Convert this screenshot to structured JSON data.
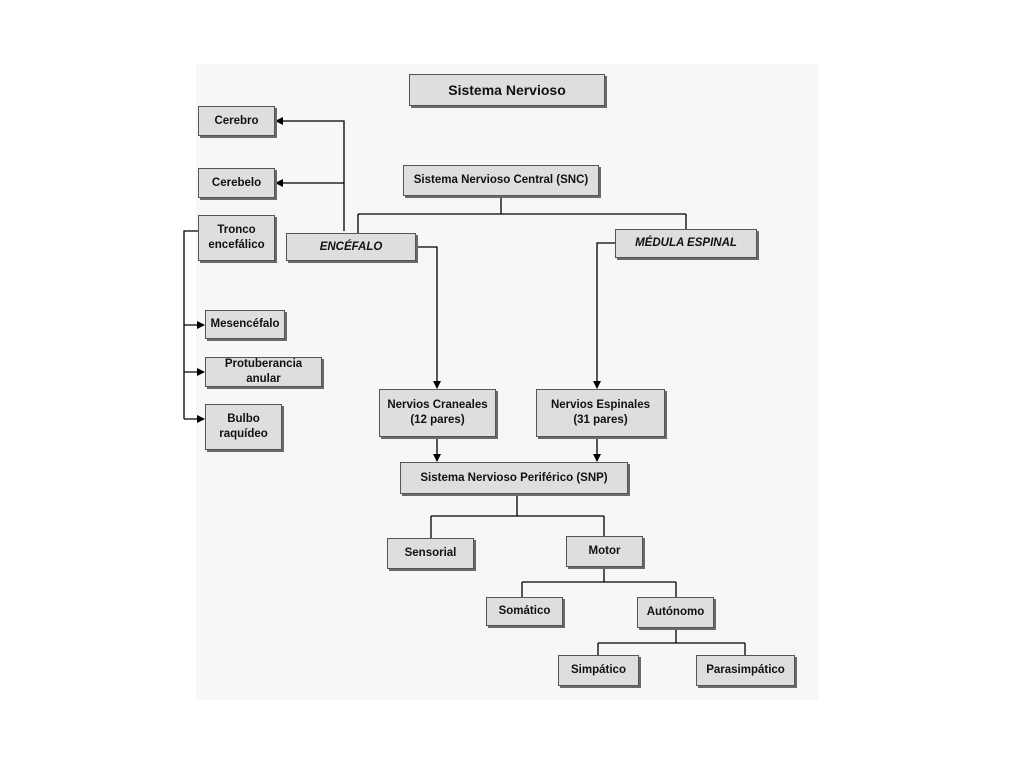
{
  "diagram": {
    "nodes": [
      {
        "id": "sistema-nervioso",
        "label": "Sistema Nervioso"
      },
      {
        "id": "snc",
        "label": "Sistema Nervioso Central (SNC)"
      },
      {
        "id": "encefalo",
        "label": "ENCÉFALO"
      },
      {
        "id": "medula-espinal",
        "label": "MÉDULA ESPINAL"
      },
      {
        "id": "cerebro",
        "label": "Cerebro"
      },
      {
        "id": "cerebelo",
        "label": "Cerebelo"
      },
      {
        "id": "tronco-encefalico",
        "label": "Tronco\nencefálico"
      },
      {
        "id": "mesencefalo",
        "label": "Mesencéfalo"
      },
      {
        "id": "protuberancia-anular",
        "label": "Protuberancia anular"
      },
      {
        "id": "bulbo-raquideo",
        "label": "Bulbo\nraquídeo"
      },
      {
        "id": "nervios-craneales",
        "label": "Nervios Craneales\n(12 pares)"
      },
      {
        "id": "nervios-espinales",
        "label": "Nervios Espinales\n(31 pares)"
      },
      {
        "id": "snp",
        "label": "Sistema Nervioso Periférico (SNP)"
      },
      {
        "id": "sensorial",
        "label": "Sensorial"
      },
      {
        "id": "motor",
        "label": "Motor"
      },
      {
        "id": "somatico",
        "label": "Somático"
      },
      {
        "id": "autonomo",
        "label": "Autónomo"
      },
      {
        "id": "simpatico",
        "label": "Simpático"
      },
      {
        "id": "parasimpatico",
        "label": "Parasimpático"
      }
    ],
    "edges": [
      {
        "from": "snc",
        "to": "encefalo",
        "arrow": false
      },
      {
        "from": "snc",
        "to": "medula-espinal",
        "arrow": false
      },
      {
        "from": "encefalo",
        "to": "cerebro",
        "arrow": true
      },
      {
        "from": "encefalo",
        "to": "cerebelo",
        "arrow": true
      },
      {
        "from": "tronco-encefalico",
        "to": "mesencefalo",
        "arrow": true
      },
      {
        "from": "tronco-encefalico",
        "to": "protuberancia-anular",
        "arrow": true
      },
      {
        "from": "tronco-encefalico",
        "to": "bulbo-raquideo",
        "arrow": true
      },
      {
        "from": "encefalo",
        "to": "nervios-craneales",
        "arrow": true
      },
      {
        "from": "medula-espinal",
        "to": "nervios-espinales",
        "arrow": true
      },
      {
        "from": "nervios-craneales",
        "to": "snp",
        "arrow": true
      },
      {
        "from": "nervios-espinales",
        "to": "snp",
        "arrow": true
      },
      {
        "from": "snp",
        "to": "sensorial",
        "arrow": false
      },
      {
        "from": "snp",
        "to": "motor",
        "arrow": false
      },
      {
        "from": "motor",
        "to": "somatico",
        "arrow": false
      },
      {
        "from": "motor",
        "to": "autonomo",
        "arrow": false
      },
      {
        "from": "autonomo",
        "to": "simpatico",
        "arrow": false
      },
      {
        "from": "autonomo",
        "to": "parasimpatico",
        "arrow": false
      }
    ]
  }
}
